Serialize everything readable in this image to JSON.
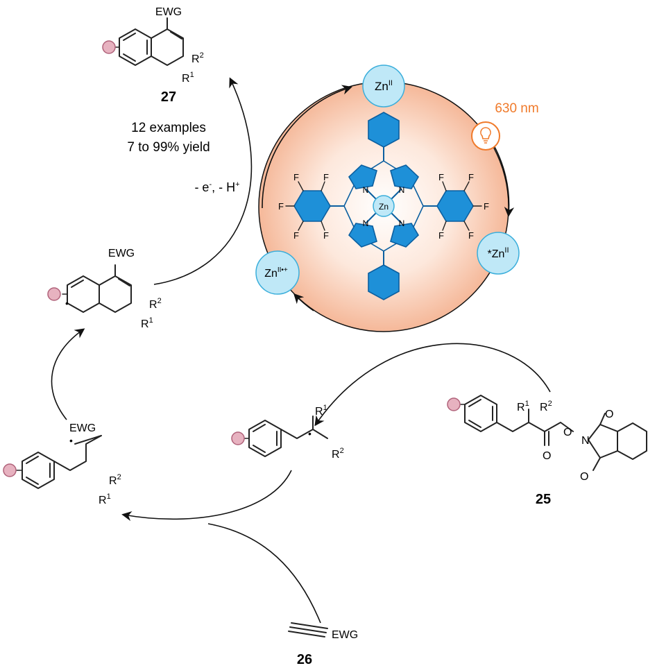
{
  "catalyst": {
    "zn_center": "Zn",
    "nitrogen": "N",
    "fluorine": "F",
    "state_ground_base": "Zn",
    "state_ground_sup": "II",
    "state_excited_base": "*Zn",
    "state_excited_sup": "II",
    "state_oxidized_base": "Zn",
    "state_oxidized_sup": "II•+"
  },
  "light": {
    "label": "630 nm",
    "color": "#f07a2a"
  },
  "product": {
    "number": "27",
    "examples": "12 examples",
    "yield": "7 to 99% yield",
    "ewg": "EWG",
    "r1": "R",
    "r1_sup": "1",
    "r2": "R",
    "r2_sup": "2"
  },
  "oxidation_step": {
    "label": "- e",
    "sup1": "-",
    "label2": ", - H",
    "sup2": "+"
  },
  "substrate_25": {
    "number": "25",
    "o": "O",
    "n": "N"
  },
  "alkyne_26": {
    "number": "26",
    "ewg": "EWG"
  },
  "intermediates": {
    "cyclized_ewg": "EWG",
    "vinyl_ewg": "EWG",
    "radical_dot": "•"
  },
  "colors": {
    "zn_bubble": "#bfe8f7",
    "porphyrin": "#1e90d8",
    "cycle_glow": "#f6b79a",
    "substituent": "#e7b2c0"
  }
}
